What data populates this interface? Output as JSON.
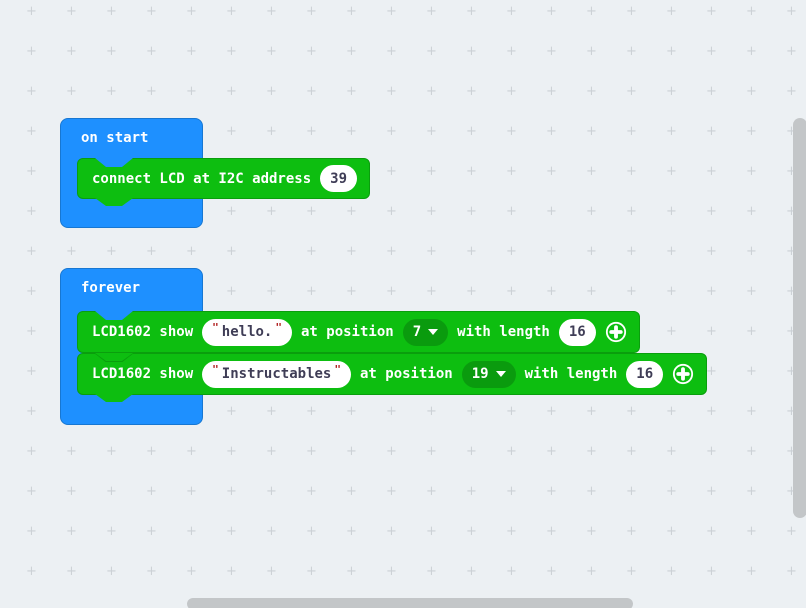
{
  "workspace": {
    "grid_mark": "+",
    "colors": {
      "background": "#ecf0f3",
      "grid_mark": "#ccd1d6",
      "event_block": "#1e90ff",
      "event_block_border": "#1777d2",
      "action_block": "#0dbe10",
      "action_block_border": "#0a9e0d",
      "dropdown_pill": "#0a9b0e",
      "value_text": "#3f3d56",
      "quote_mark": "#b22222",
      "scrollbar_thumb": "#c3c6c8"
    }
  },
  "blocks": {
    "on_start": {
      "label": "on start",
      "connect": {
        "text": "connect LCD at I2C address",
        "address_value": "39"
      }
    },
    "forever": {
      "label": "forever",
      "rows": [
        {
          "label_show": "LCD1602 show",
          "quote_open": "\"",
          "text_value": "hello.",
          "quote_close": "\"",
          "label_position": "at position",
          "position_value": "7",
          "label_length": "with length",
          "length_value": "16"
        },
        {
          "label_show": "LCD1602 show",
          "quote_open": "\"",
          "text_value": "Instructables",
          "quote_close": "\"",
          "label_position": "at position",
          "position_value": "19",
          "label_length": "with length",
          "length_value": "16"
        }
      ]
    }
  }
}
